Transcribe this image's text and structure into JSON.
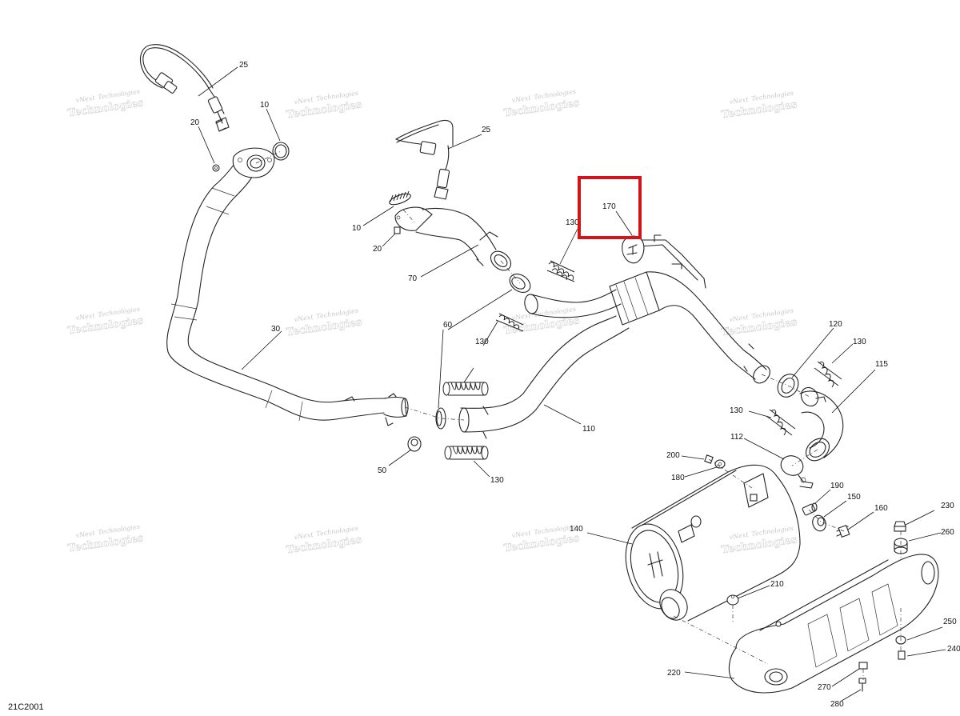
{
  "diagram": {
    "code": "21C2001",
    "watermark_line1": "vNext",
    "watermark_line2": "Technologies",
    "callouts": {
      "c25a": "25",
      "c10a": "10",
      "c20a": "20",
      "c25b": "25",
      "c10b": "10",
      "c20b": "20",
      "c70": "70",
      "c30": "30",
      "c60": "60",
      "c50": "50",
      "c130a": "130",
      "c130b": "130",
      "c130c": "130",
      "c130d": "130",
      "c130e": "130",
      "c170": "170",
      "c110": "110",
      "c120": "120",
      "c115": "115",
      "c112": "112",
      "c200": "200",
      "c180": "180",
      "c190": "190",
      "c150": "150",
      "c160": "160",
      "c140": "140",
      "c230": "230",
      "c260": "260",
      "c210": "210",
      "c250": "250",
      "c240": "240",
      "c220": "220",
      "c270": "270",
      "c280": "280"
    },
    "highlight_label": "170",
    "highlight_color": "#d4131b"
  }
}
